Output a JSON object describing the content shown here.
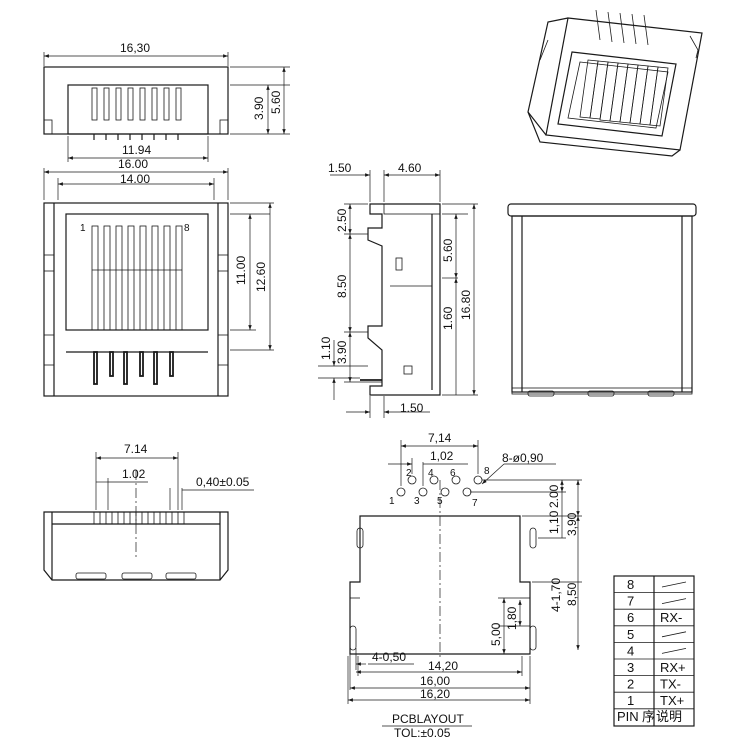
{
  "top_view": {
    "width_label": "16,30",
    "pitch_label": "11.94",
    "height_labels": [
      "3.90",
      "5.60"
    ]
  },
  "front_view": {
    "width_labels": [
      "16.00",
      "14.00"
    ],
    "height_labels": [
      "11.00",
      "12.60"
    ],
    "pin_markers": [
      "1",
      "8"
    ]
  },
  "side_view": {
    "top_labels": [
      "1.50",
      "4.60"
    ],
    "left_labels": [
      "2.50",
      "8.50",
      "3.90",
      "1.10"
    ],
    "right_labels": [
      "5.60",
      "1.60",
      "16.80"
    ],
    "bottom_label": "1.50"
  },
  "bottom_view": {
    "labels": [
      "7.14",
      "1.02",
      "0,40±0.05"
    ]
  },
  "pcb_layout": {
    "top_labels": [
      "7,14",
      "1,02"
    ],
    "hole_label": "8-ø0,90",
    "pin_numbers_top": [
      "2",
      "4",
      "6",
      "8"
    ],
    "pin_numbers_bottom": [
      "1",
      "3",
      "5",
      "7"
    ],
    "right_labels": [
      "2.00",
      "1,10",
      "3,90",
      "4-1,70",
      "8,50"
    ],
    "inner_labels": [
      "5,00",
      "1,80"
    ],
    "left_slot_label": "4-0,50",
    "bottom_labels": [
      "14,20",
      "16,00",
      "16,20"
    ],
    "title": "PCBLAYOUT",
    "tolerance": "TOL:±0.05"
  },
  "pin_table": {
    "rows": [
      {
        "pin": "8",
        "desc": "—"
      },
      {
        "pin": "7",
        "desc": "—"
      },
      {
        "pin": "6",
        "desc": "RX-"
      },
      {
        "pin": "5",
        "desc": "—"
      },
      {
        "pin": "4",
        "desc": "—"
      },
      {
        "pin": "3",
        "desc": "RX+"
      },
      {
        "pin": "2",
        "desc": "TX-"
      },
      {
        "pin": "1",
        "desc": "TX+"
      }
    ],
    "header_pin": "PIN",
    "header_seq": "序",
    "header_desc": "说明"
  }
}
